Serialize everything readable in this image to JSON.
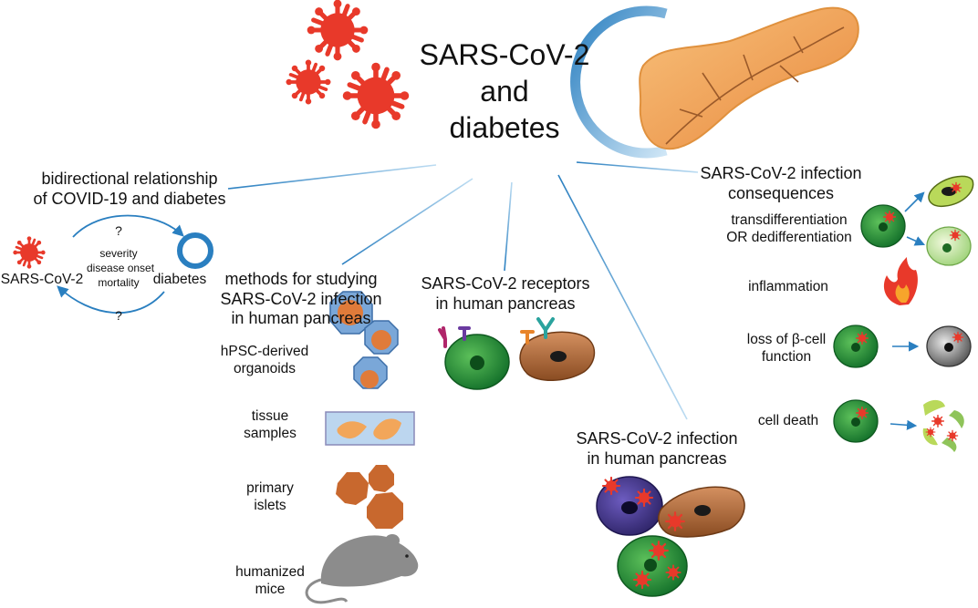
{
  "title": [
    "SARS-CoV-2",
    "and",
    "diabetes"
  ],
  "bidirectional": {
    "heading": [
      "bidirectional relationship",
      "of COVID-19 and diabetes"
    ],
    "virus_label": "SARS-CoV-2",
    "diabetes_label": "diabetes",
    "question_top": "?",
    "question_bottom": "?",
    "effects": [
      "severity",
      "disease onset",
      "mortality"
    ]
  },
  "methods": {
    "heading": [
      "methods for studying",
      "SARS-CoV-2 infection",
      "in human pancreas"
    ],
    "items": [
      [
        "hPSC-derived",
        "organoids"
      ],
      [
        "tissue",
        "samples"
      ],
      [
        "primary",
        "islets"
      ],
      [
        "humanized",
        "mice"
      ]
    ]
  },
  "receptors": {
    "heading": [
      "SARS-CoV-2 receptors",
      "in human pancreas"
    ]
  },
  "infection": {
    "heading": [
      "SARS-CoV-2 infection",
      "in human pancreas"
    ]
  },
  "consequences": {
    "heading": [
      "SARS-CoV-2 infection",
      "consequences"
    ],
    "items": [
      [
        "transdifferentiation",
        "OR dedifferentiation"
      ],
      [
        "inflammation"
      ],
      [
        "loss of β-cell",
        "function"
      ],
      [
        "cell death"
      ]
    ]
  },
  "colors": {
    "virus": "#e8392a",
    "ring": "#2a7fc0",
    "cell_green": "#1f8f2e",
    "cell_brown": "#9a5a2a",
    "cell_purple": "#4a3a8c",
    "pancreas": "#f2a65a",
    "organoid": "#e07b3a",
    "islet": "#c8682e",
    "mouse": "#8c8c8c"
  }
}
